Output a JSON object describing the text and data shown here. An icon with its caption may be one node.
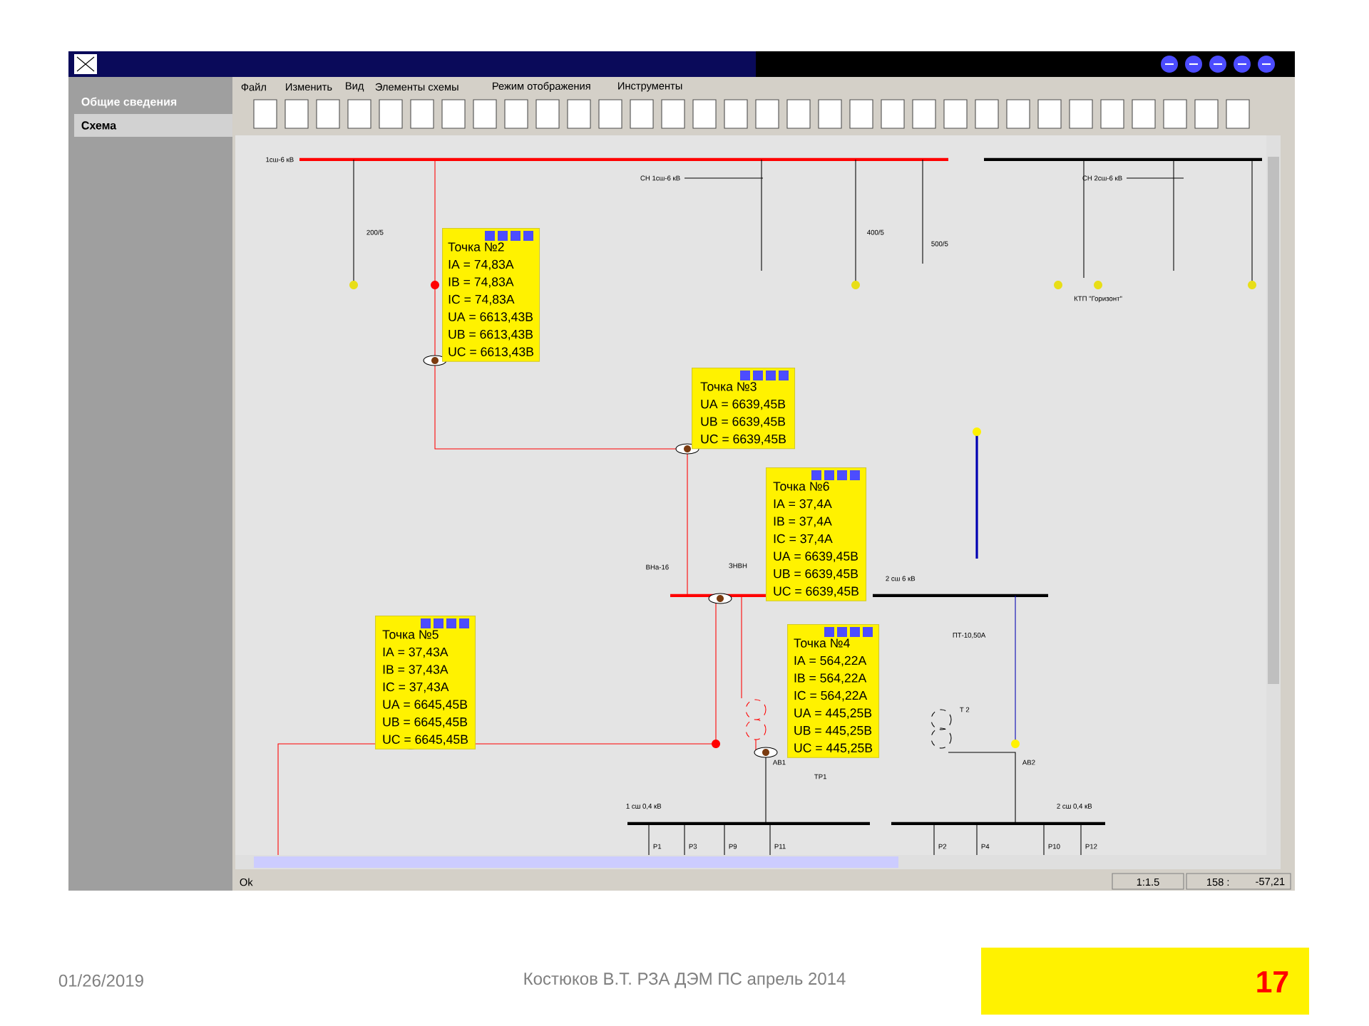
{
  "diagram": {
    "nodes": [
      {
        "text": [
          "Точка №2",
          "IA = 74,83A",
          "IB = 74,83A",
          "IC = 74,83A",
          "UA = 6613,43B",
          "UB = 6613,43B",
          "UC = 6613,43B"
        ]
      },
      {
        "text": [
          "Точка №3",
          "UA = 6639,45B",
          "UB = 6639,45B",
          "UC = 6639,45B"
        ]
      },
      {
        "text": [
          "Точка №6",
          "IA = 37,4A",
          "IB = 37,4A",
          "IC = 37,4A",
          "UA = 6639,45B",
          "UB = 6639,45B",
          "UC = 6639,45B"
        ]
      },
      {
        "text": [
          "Точка №4",
          "IA = 564,22A",
          "IB = 564,22A",
          "IC = 564,22A",
          "UA = 445,25B",
          "UB = 445,25B",
          "UC = 445,25B"
        ]
      },
      {
        "text": [
          "Точка №5",
          "IA = 37,43A",
          "IB = 37,43A",
          "IC = 37,43A",
          "UA = 6645,45B",
          "UB = 6645,45B",
          "UC = 6645,45B"
        ]
      }
    ],
    "labels": [
      "Файл",
      "Изменить",
      "Вид",
      "Элементы схемы",
      "Режим отображения",
      "Инструменты",
      "Общие сведения",
      "Схема",
      "1сш-6 кВ",
      "СН 1сш-6 кВ",
      "СН 2сш-6 кВ",
      "200/5",
      "400/5",
      "500/5",
      "КТП \"Горизонт\"",
      "ВНа-16",
      "ЗНВН",
      "2 сш 6 кВ",
      "ПТ-10,50А",
      "Т 2",
      "АВ1",
      "ТР1",
      "АВ2",
      "1 сш 0,4 кВ",
      "2 сш 0,4 кВ",
      "P1",
      "P3",
      "P9",
      "P11",
      "P2",
      "P4",
      "P10",
      "P12",
      "Ok",
      "1:1.5",
      "158 :",
      "-57,21",
      "01/26/2019",
      "Костюков В.Т. РЗА ДЭМ ПС апрель 2014",
      "17"
    ]
  }
}
